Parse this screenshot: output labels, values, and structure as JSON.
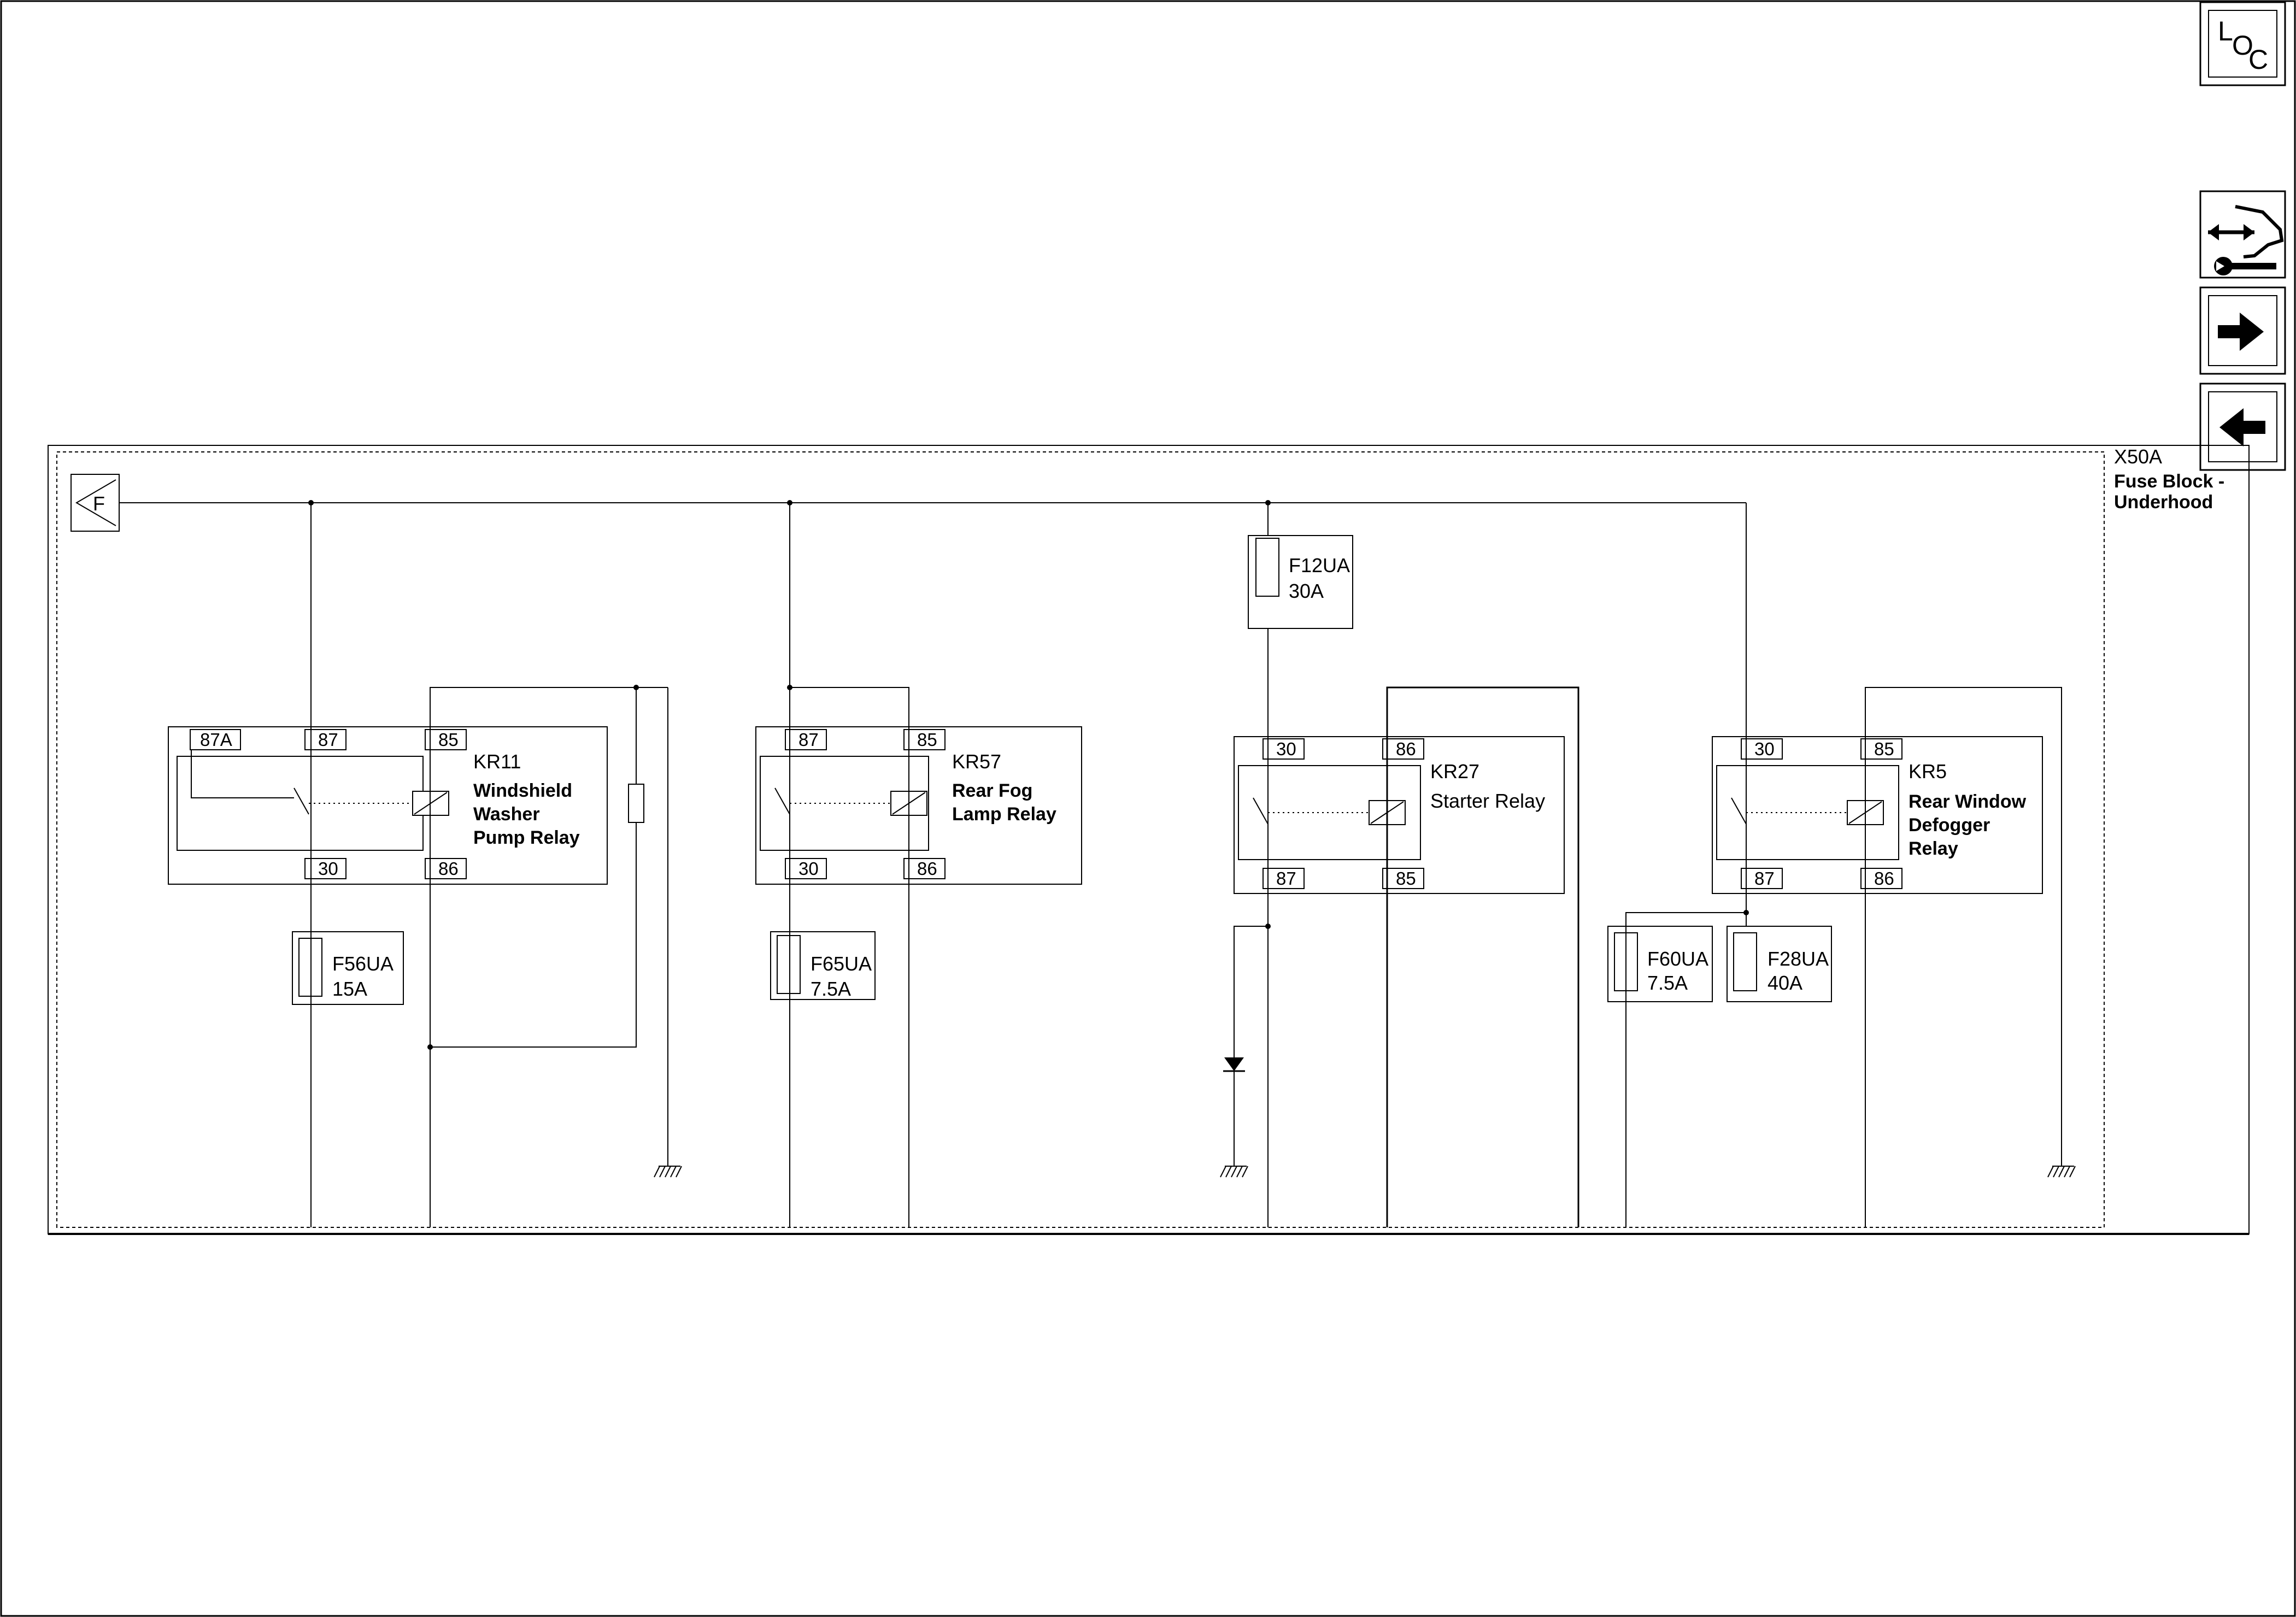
{
  "nav": {
    "loc_button": {
      "letters": [
        "L",
        "O",
        "C"
      ]
    },
    "connector_view_icon": "connector-wrench-icon",
    "next_icon": "arrow-right-icon",
    "prev_icon": "arrow-left-icon"
  },
  "fuse_block": {
    "id": "X50A",
    "name_line1": "Fuse Block -",
    "name_line2": "Underhood"
  },
  "feed": {
    "label": "F"
  },
  "relays": [
    {
      "id": "KR11",
      "name_lines": [
        "Windshield",
        "Washer",
        "Pump Relay"
      ],
      "pins_top": [
        "87A",
        "87",
        "85"
      ],
      "pins_bottom": [
        "30",
        "86"
      ]
    },
    {
      "id": "KR57",
      "name_lines": [
        "Rear Fog",
        "Lamp Relay"
      ],
      "pins_top": [
        "87",
        "85"
      ],
      "pins_bottom": [
        "30",
        "86"
      ]
    },
    {
      "id": "KR27",
      "name_lines": [
        "Starter Relay"
      ],
      "pins_top": [
        "30",
        "86"
      ],
      "pins_bottom": [
        "87",
        "85"
      ]
    },
    {
      "id": "KR5",
      "name_lines": [
        "Rear Window",
        "Defogger",
        "Relay"
      ],
      "pins_top": [
        "30",
        "85"
      ],
      "pins_bottom": [
        "87",
        "86"
      ]
    }
  ],
  "fuses": [
    {
      "id": "F12UA",
      "rating": "30A"
    },
    {
      "id": "F56UA",
      "rating": "15A"
    },
    {
      "id": "F65UA",
      "rating": "7.5A"
    },
    {
      "id": "F60UA",
      "rating": "7.5A"
    },
    {
      "id": "F28UA",
      "rating": "40A"
    }
  ]
}
